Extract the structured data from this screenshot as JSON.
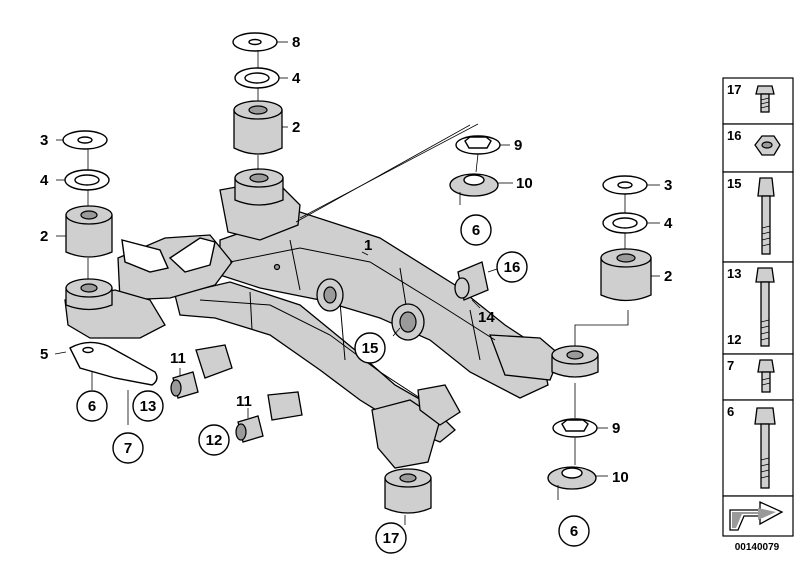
{
  "callouts": {
    "c8": "8",
    "c4a": "4",
    "c2a": "2",
    "c3b": "3",
    "c4b": "4",
    "c2b": "2",
    "c9a": "9",
    "c10a": "10",
    "c6a": "6",
    "c3c": "3",
    "c4c": "4",
    "c2c": "2",
    "c1": "1",
    "c16": "16",
    "c14": "14",
    "c15": "15",
    "c5": "5",
    "c6b": "6",
    "c7": "7",
    "c11a": "11",
    "c13": "13",
    "c11b": "11",
    "c12": "12",
    "c9b": "9",
    "c10b": "10",
    "c6c": "6",
    "c17": "17"
  },
  "parts_panel": {
    "items": [
      {
        "label": "17",
        "icon": "bolt-icon"
      },
      {
        "label": "16",
        "icon": "nut-icon"
      },
      {
        "label": "15",
        "icon": "long-bolt-icon"
      },
      {
        "label": "13",
        "icon": "long-bolt-icon"
      },
      {
        "label": "12",
        "icon": "long-bolt-icon"
      },
      {
        "label": "7",
        "icon": "bolt-icon"
      },
      {
        "label": "6",
        "icon": "long-bolt-icon"
      }
    ],
    "reference": "00140079"
  }
}
